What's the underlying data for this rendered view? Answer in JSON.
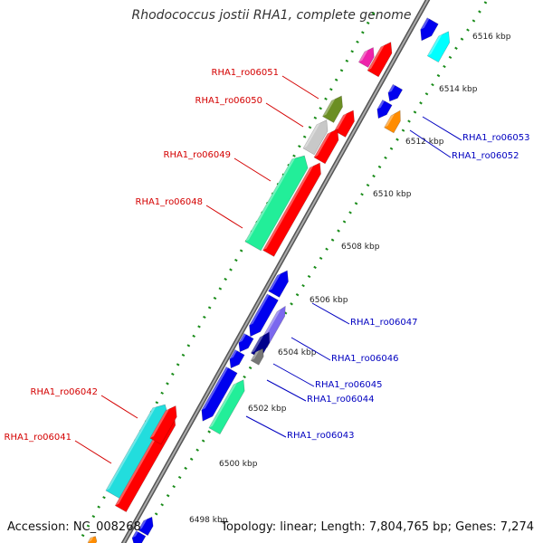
{
  "title": "Rhodococcus jostii RHA1, complete genome",
  "footer": {
    "accession": "Accession: NC_008268",
    "stats": "Topology: linear; Length: 7,804,765 bp; Genes: 7,274"
  },
  "kbp_ticks": [
    {
      "label": "6516 kbp",
      "side": "right"
    },
    {
      "label": "6514 kbp",
      "side": "right"
    },
    {
      "label": "6512 kbp",
      "side": "right"
    },
    {
      "label": "6510 kbp",
      "side": "right"
    },
    {
      "label": "6508 kbp",
      "side": "right"
    },
    {
      "label": "6506 kbp",
      "side": "right"
    },
    {
      "label": "6504 kbp",
      "side": "right"
    },
    {
      "label": "6502 kbp",
      "side": "right"
    },
    {
      "label": "6500 kbp",
      "side": "right"
    },
    {
      "label": "6498 kbp",
      "side": "right"
    }
  ],
  "gene_labels": [
    {
      "text": "RHA1_ro06051",
      "color": "#d40000",
      "side": "left"
    },
    {
      "text": "RHA1_ro06050",
      "color": "#d40000",
      "side": "left"
    },
    {
      "text": "RHA1_ro06049",
      "color": "#d40000",
      "side": "left"
    },
    {
      "text": "RHA1_ro06048",
      "color": "#d40000",
      "side": "left"
    },
    {
      "text": "RHA1_ro06042",
      "color": "#d40000",
      "side": "left"
    },
    {
      "text": "RHA1_ro06041",
      "color": "#d40000",
      "side": "left"
    },
    {
      "text": "RHA1_ro06053",
      "color": "#0000c0",
      "side": "right"
    },
    {
      "text": "RHA1_ro06052",
      "color": "#0000c0",
      "side": "right"
    },
    {
      "text": "RHA1_ro06047",
      "color": "#0000c0",
      "side": "right"
    },
    {
      "text": "RHA1_ro06046",
      "color": "#0000c0",
      "side": "right"
    },
    {
      "text": "RHA1_ro06045",
      "color": "#0000c0",
      "side": "right"
    },
    {
      "text": "RHA1_ro06044",
      "color": "#0000c0",
      "side": "right"
    },
    {
      "text": "RHA1_ro06043",
      "color": "#0000c0",
      "side": "right"
    }
  ],
  "colors": {
    "axis": "#888888",
    "dots": "#1a8c1a",
    "red": "#ff0000",
    "blue": "#0000ee",
    "cyan": "#22dddd",
    "aqua": "#00ffff",
    "mint": "#22ee99",
    "olive": "#6b8e23",
    "silver": "#c8c8c8",
    "magenta": "#ee22aa",
    "orange": "#ff8c00",
    "lavender": "#7b68ee",
    "navy": "#00008b",
    "gray": "#777777"
  }
}
